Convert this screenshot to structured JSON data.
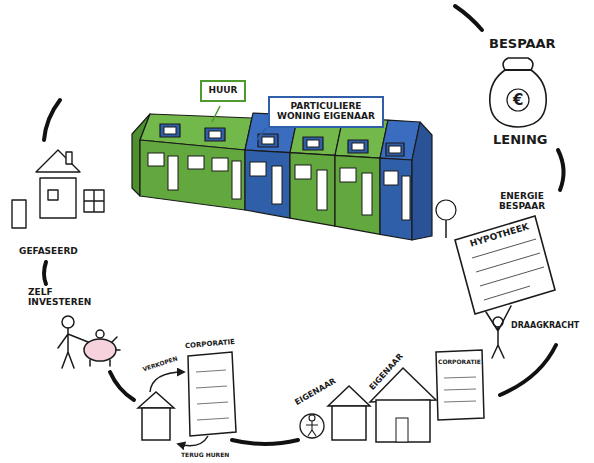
{
  "diagram": {
    "nodes": [
      {
        "text": [
          "HUUR"
        ]
      },
      {
        "text": [
          "PARTICULIERE WONING EIGENAAR"
        ]
      }
    ],
    "labels": [
      "BESPAAR",
      "€",
      "LENING",
      "ENERGIE BESPAAR",
      "HYPOTHEEK",
      "DRAAGKRACHT",
      "EIGENAAR",
      "CORPORATIE",
      "EIGENAAR",
      "VERKOPEN",
      "TERUG HUREN",
      "CORPORATIE",
      "ZELF INVESTEREN",
      "GEFASEERD"
    ]
  }
}
